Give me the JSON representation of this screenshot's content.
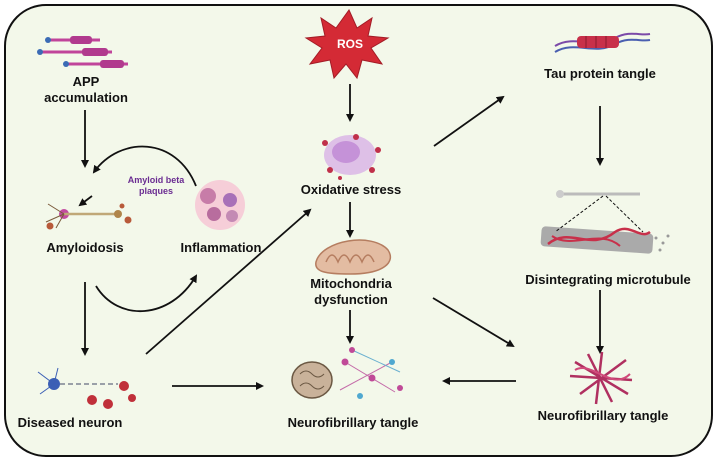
{
  "labels": {
    "app": "APP\naccumulation",
    "ros": "ROS",
    "tau": "Tau protein tangle",
    "oxidative": "Oxidative stress",
    "amyloid_beta": "Amyloid beta\nplaques",
    "amyloidosis": "Amyloidosis",
    "inflammation": "Inflammation",
    "mitochondria": "Mitochondria\ndysfunction",
    "disintegrating": "Disintegrating microtubule",
    "diseased": "Diseased neuron",
    "nft_center": "Neurofibrillary tangle",
    "nft_right": "Neurofibrillary tangle"
  },
  "colors": {
    "background": "#f3f8ea",
    "ros_star": "#d42a35",
    "purple_text": "#6a2c91",
    "arrow": "#111111"
  },
  "icons": [
    "app-protein-icon",
    "ros-star-icon",
    "tau-protein-icon",
    "oxidative-cell-icon",
    "neuron-icon",
    "inflammation-cells-icon",
    "mitochondria-icon",
    "microtubule-icon",
    "diseased-neuron-icon",
    "brain-network-icon",
    "tangle-icon"
  ]
}
